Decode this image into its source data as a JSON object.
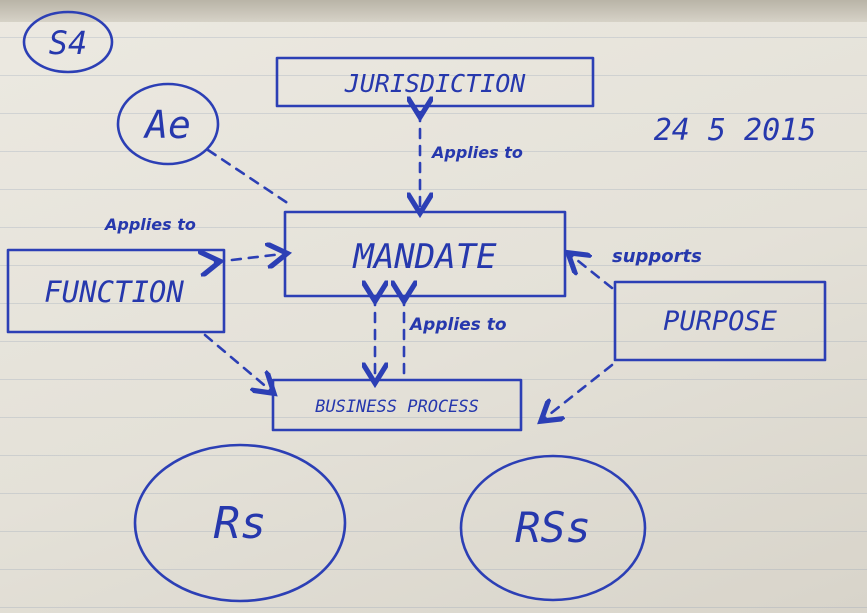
{
  "page_tag": "S4",
  "date": "24 5 2015",
  "nodes": {
    "jurisdiction": "JURISDICTION",
    "mandate": "MANDATE",
    "function": "FUNCTION",
    "purpose": "PURPOSE",
    "business_process": "BUSINESS PROCESS",
    "ae": "Ae",
    "rs_left": "Rs",
    "rs_right": "RSs"
  },
  "edges": {
    "jurisdiction_mandate": "Applies to",
    "function_mandate": "Applies to",
    "purpose_mandate": "supports",
    "mandate_business_process": "Applies to"
  },
  "colors": {
    "ink": "#2c3fb5",
    "paper": "#e8e5dc"
  }
}
